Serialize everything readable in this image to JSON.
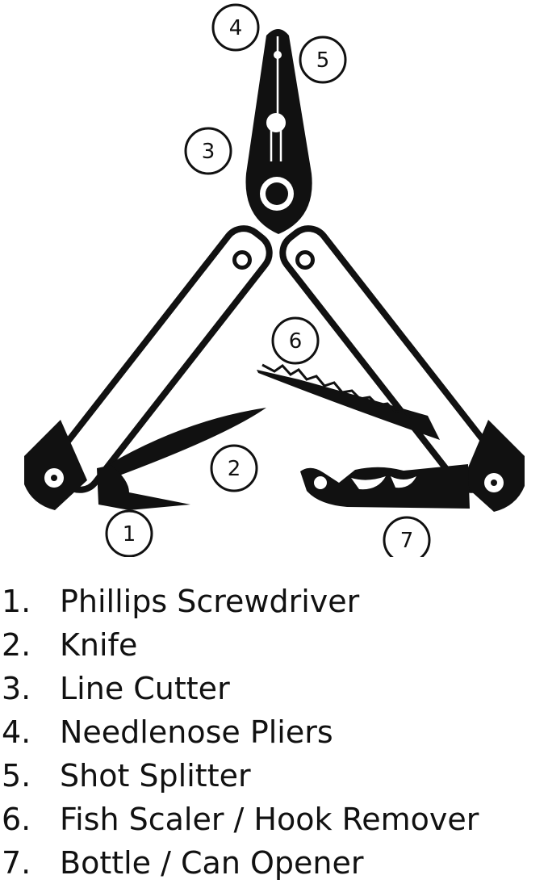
{
  "callouts": [
    "4",
    "5",
    "3",
    "6",
    "2",
    "1",
    "7"
  ],
  "legend": [
    {
      "number": "1.",
      "label": "Phillips Screwdriver"
    },
    {
      "number": "2.",
      "label": "Knife"
    },
    {
      "number": "3.",
      "label": "Line Cutter"
    },
    {
      "number": "4.",
      "label": "Needlenose Pliers"
    },
    {
      "number": "5.",
      "label": "Shot Splitter"
    },
    {
      "number": "6.",
      "label": "Fish Scaler / Hook Remover"
    },
    {
      "number": "7.",
      "label": "Bottle / Can Opener"
    }
  ],
  "colors": {
    "ink": "#111111",
    "paper": "#ffffff"
  }
}
